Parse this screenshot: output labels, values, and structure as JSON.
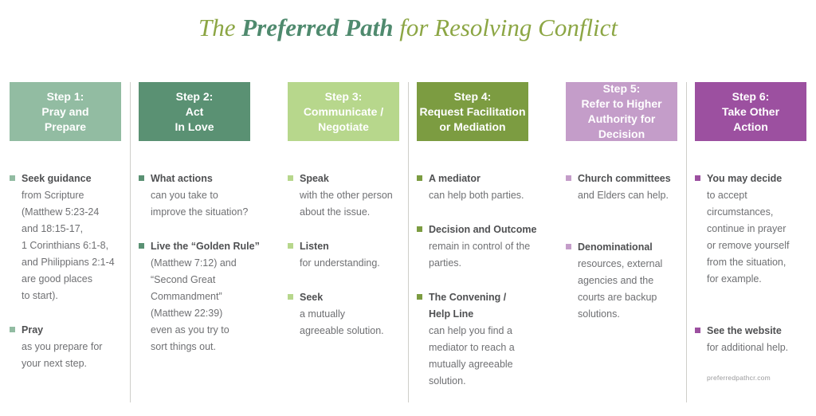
{
  "title": {
    "part1": "The ",
    "part2": "Preferred Path",
    "part3": " for Resolving Conflict"
  },
  "colors": {
    "title_olive": "#8CA644",
    "title_green": "#4F8A6E",
    "divider": "#CFCECA",
    "lead_text": "#4F5052",
    "body_text": "#6F7073",
    "step1": "#92BCA2",
    "step2": "#5A9173",
    "step3": "#B7D78C",
    "step4": "#7C9C41",
    "step5": "#C49DC9",
    "step6": "#9C50A0"
  },
  "columns": [
    {
      "id": "step-1",
      "color": "#92BCA2",
      "header": "Step 1:\nPray and\nPrepare",
      "bullets": [
        {
          "lead": "Seek guidance",
          "text": "from Scripture\n(Matthew 5:23-24\nand 18:15-17,\n1 Corinthians 6:1-8,\nand Philippians 2:1-4\nare good places\nto start)."
        },
        {
          "lead": "Pray",
          "text": "as you prepare for\nyour next step."
        }
      ]
    },
    {
      "id": "step-2",
      "color": "#5A9173",
      "header": "Step 2:\nAct\nIn Love",
      "bullets": [
        {
          "lead": "What actions",
          "text": "can you take to\nimprove the situation?"
        },
        {
          "lead": "Live the “Golden Rule”",
          "text": "(Matthew 7:12) and\n“Second Great\nCommandment”\n(Matthew 22:39)\neven as you try to\nsort things out."
        }
      ]
    },
    {
      "id": "step-3",
      "color": "#B7D78C",
      "header": "Step 3:\nCommunicate /\nNegotiate",
      "bullets": [
        {
          "lead": "Speak",
          "text": "with the other person\nabout the issue."
        },
        {
          "lead": "Listen",
          "text": "for understanding."
        },
        {
          "lead": "Seek",
          "text": "a mutually\nagreeable solution."
        }
      ]
    },
    {
      "id": "step-4",
      "color": "#7C9C41",
      "header": "Step 4:\nRequest Facilitation\nor Mediation",
      "bullets": [
        {
          "lead": "A mediator",
          "text": "can help both parties."
        },
        {
          "lead": "Decision and Outcome",
          "text": "remain in control of the\nparties."
        },
        {
          "lead": "The Convening /\nHelp Line",
          "text": "can help you find a\nmediator to reach a\nmutually agreeable\nsolution."
        }
      ]
    },
    {
      "id": "step-5",
      "color": "#C49DC9",
      "header": "Step 5:\nRefer to Higher\nAuthority for Decision",
      "bullets": [
        {
          "lead": "Church committees",
          "text": "and Elders can help."
        },
        {
          "lead": "Denominational",
          "text": "resources, external\nagencies and the\ncourts are backup\nsolutions."
        }
      ]
    },
    {
      "id": "step-6",
      "color": "#9C50A0",
      "header": "Step 6:\nTake Other\nAction",
      "bullets": [
        {
          "lead": "You may decide",
          "text": "to accept\ncircumstances,\ncontinue in prayer\nor remove yourself\nfrom the situation,\nfor example."
        },
        {
          "lead": "See the website",
          "text": "for additional help."
        }
      ],
      "footnote": "preferredpathcr.com"
    }
  ]
}
